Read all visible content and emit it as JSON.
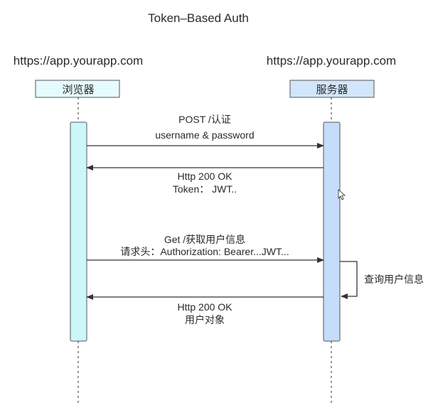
{
  "title": "Token–Based Auth",
  "participants": [
    {
      "host": "https://app.yourapp.com",
      "name": "浏览器",
      "box_fill": "#e6fbfe",
      "bar_fill": "#cdf6fb"
    },
    {
      "host": "https://app.yourapp.com",
      "name": "服务器",
      "box_fill": "#d2e6fb",
      "bar_fill": "#c5dcfb"
    }
  ],
  "messages": [
    {
      "from": 0,
      "to": 1,
      "lines": [
        "POST /认证",
        "username & password"
      ]
    },
    {
      "from": 1,
      "to": 0,
      "lines": [
        "Http 200 OK",
        "Token： JWT.."
      ]
    },
    {
      "from": 0,
      "to": 1,
      "lines": [
        "Get /获取用户信息",
        "请求头：Authorization: Bearer...JWT..."
      ]
    },
    {
      "from": 1,
      "to": 1,
      "lines": [
        "查询用户信息"
      ]
    },
    {
      "from": 1,
      "to": 0,
      "lines": [
        "Http 200 OK",
        "用户对象"
      ]
    }
  ],
  "colors": {
    "line": "#333333",
    "lifeline": "#555555",
    "box_stroke": "#555555"
  }
}
